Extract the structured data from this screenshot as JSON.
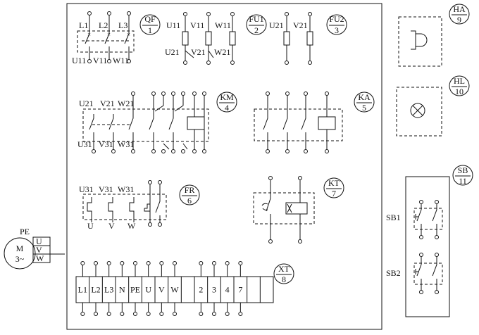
{
  "qf": {
    "tag": "QF",
    "num": "1",
    "top_labels": [
      "L1",
      "L2",
      "L3"
    ],
    "bottom_labels": [
      "U11",
      "V11",
      "W11"
    ]
  },
  "fu1": {
    "tag": "FU1",
    "num": "2",
    "top_labels": [
      "U11",
      "V11",
      "W11"
    ],
    "bottom_labels": [
      "U21",
      "V21",
      "W21"
    ]
  },
  "fu2": {
    "tag": "FU2",
    "num": "3",
    "top_labels": [
      "U21",
      "V21"
    ]
  },
  "ha": {
    "tag": "HA",
    "num": "9"
  },
  "hl": {
    "tag": "HL",
    "num": "10"
  },
  "km": {
    "tag": "KM",
    "num": "4",
    "top_labels": [
      "U21",
      "V21",
      "W21"
    ],
    "bottom_labels": [
      "U31",
      "V31",
      "W31"
    ]
  },
  "ka": {
    "tag": "KA",
    "num": "5"
  },
  "fr": {
    "tag": "FR",
    "num": "6",
    "top_labels": [
      "U31",
      "V31",
      "W31"
    ],
    "bottom_labels": [
      "U",
      "V",
      "W"
    ]
  },
  "kt": {
    "tag": "KT",
    "num": "7"
  },
  "sb": {
    "tag": "SB",
    "num": "11",
    "items": [
      "SB1",
      "SB2"
    ]
  },
  "xt": {
    "tag": "XT",
    "num": "8",
    "terminals": [
      "L1",
      "L2",
      "L3",
      "N",
      "PE",
      "U",
      "V",
      "W",
      "",
      "2",
      "3",
      "4",
      "7",
      "",
      ""
    ]
  },
  "motor": {
    "line1": "M",
    "line2": "3~",
    "pe": "PE",
    "terminals": [
      "U",
      "V",
      "W"
    ]
  }
}
